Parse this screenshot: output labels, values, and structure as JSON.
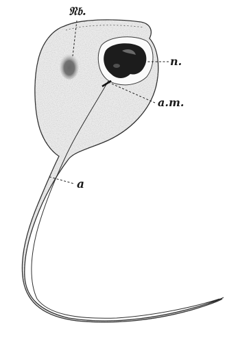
{
  "figure": {
    "labels": {
      "nb": "𝔑𝔟.",
      "n": "n.",
      "am": "a.m.",
      "a": "a"
    }
  }
}
